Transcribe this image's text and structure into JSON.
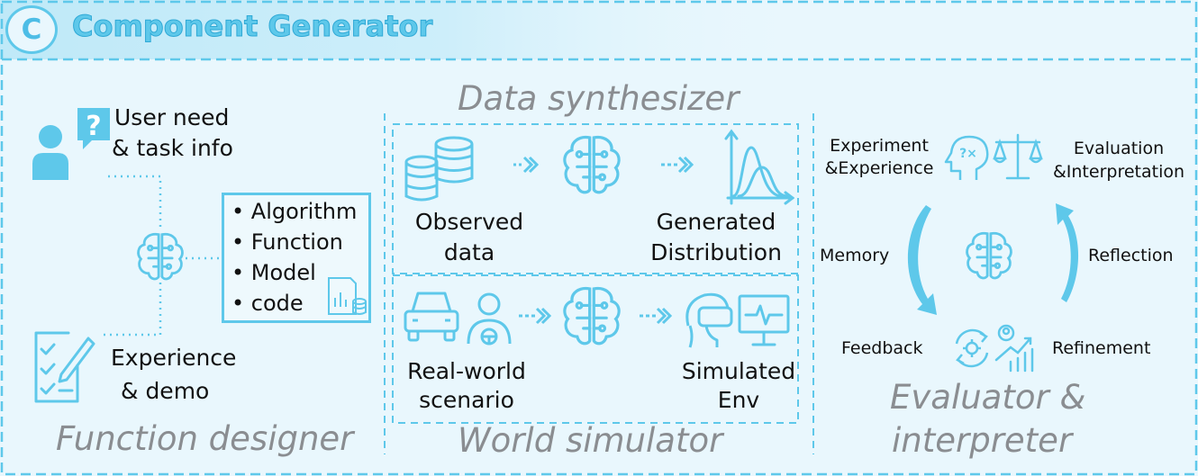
{
  "header": {
    "badge": "C",
    "title": "Component Generator"
  },
  "function_designer": {
    "title": "Function designer",
    "user_need": [
      "User need",
      "& task info"
    ],
    "experience": [
      "Experience",
      "& demo"
    ],
    "list": [
      "• Algorithm",
      "• Function",
      "• Model",
      "• code"
    ]
  },
  "data_synthesizer": {
    "title": "Data synthesizer",
    "observed": [
      "Observed",
      "data"
    ],
    "generated": [
      "Generated",
      "Distribution"
    ]
  },
  "world_simulator": {
    "title": "World simulator",
    "real_world": [
      "Real-world",
      "scenario"
    ],
    "simulated": [
      "Simulated",
      "Env"
    ]
  },
  "evaluator": {
    "title": [
      "Evaluator &",
      "interpreter"
    ],
    "experiment": [
      "Experiment",
      "&Experience"
    ],
    "evaluation": [
      "Evaluation",
      "&Interpretation"
    ],
    "memory": "Memory",
    "reflection": "Reflection",
    "feedback": "Feedback",
    "refinement": "Refinement"
  },
  "colors": {
    "accent": "#5ec8ea",
    "accent_dark": "#2fa9d6",
    "background": "#e9f7fd",
    "title_gray": "#8a8d91"
  },
  "icons": [
    "user-question-icon",
    "checklist-pen-icon",
    "brain-circuit-icon",
    "chart-database-icon",
    "database-icon",
    "chevron-arrows-icon",
    "distribution-curve-icon",
    "car-icon",
    "driver-icon",
    "vr-headset-icon",
    "monitor-pulse-icon",
    "head-question-icon",
    "balance-scale-icon",
    "gear-cycle-icon",
    "growth-chart-icon",
    "curved-arrow-icon"
  ]
}
